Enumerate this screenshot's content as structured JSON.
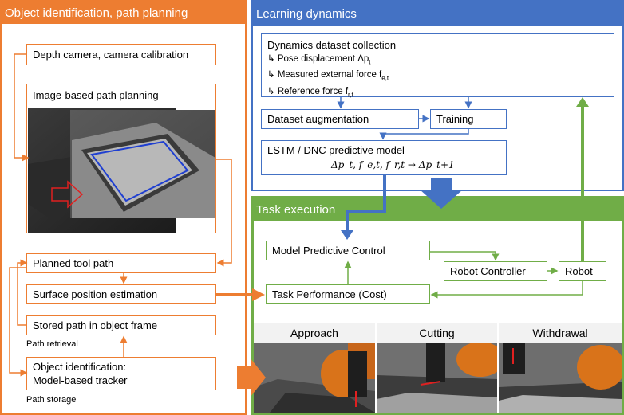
{
  "left_panel": {
    "title": "Object identification, path planning",
    "depth_camera": "Depth camera, camera calibration",
    "image_planning": "Image-based path planning",
    "planned_path": "Planned tool path",
    "surface_estimation": "Surface position estimation",
    "stored_path": "Stored path in object frame",
    "path_retrieval": "Path retrieval",
    "object_id_line1": "Object identification:",
    "object_id_line2": "Model-based tracker",
    "path_storage": "Path storage"
  },
  "learning_panel": {
    "title": "Learning dynamics",
    "dataset_title": "Dynamics dataset collection",
    "dataset_items": [
      "↳ Pose displacement Δp",
      "↳ Measured external force f",
      "↳ Reference force f"
    ],
    "dataset_item_subscripts": [
      "t",
      "e,t",
      "r,t"
    ],
    "augmentation": "Dataset augmentation",
    "training": "Training",
    "model_title": "LSTM / DNC predictive model",
    "model_formula": "Δp_t, f_e,t, f_r,t → Δp_t+1"
  },
  "task_panel": {
    "title": "Task execution",
    "mpc": "Model Predictive Control",
    "robot_controller": "Robot Controller",
    "robot": "Robot",
    "task_performance": "Task Performance (Cost)",
    "frames": [
      "Approach",
      "Cutting",
      "Withdrawal"
    ]
  },
  "colors": {
    "orange": "#ed7d31",
    "blue": "#4472c4",
    "green": "#70ad47"
  }
}
